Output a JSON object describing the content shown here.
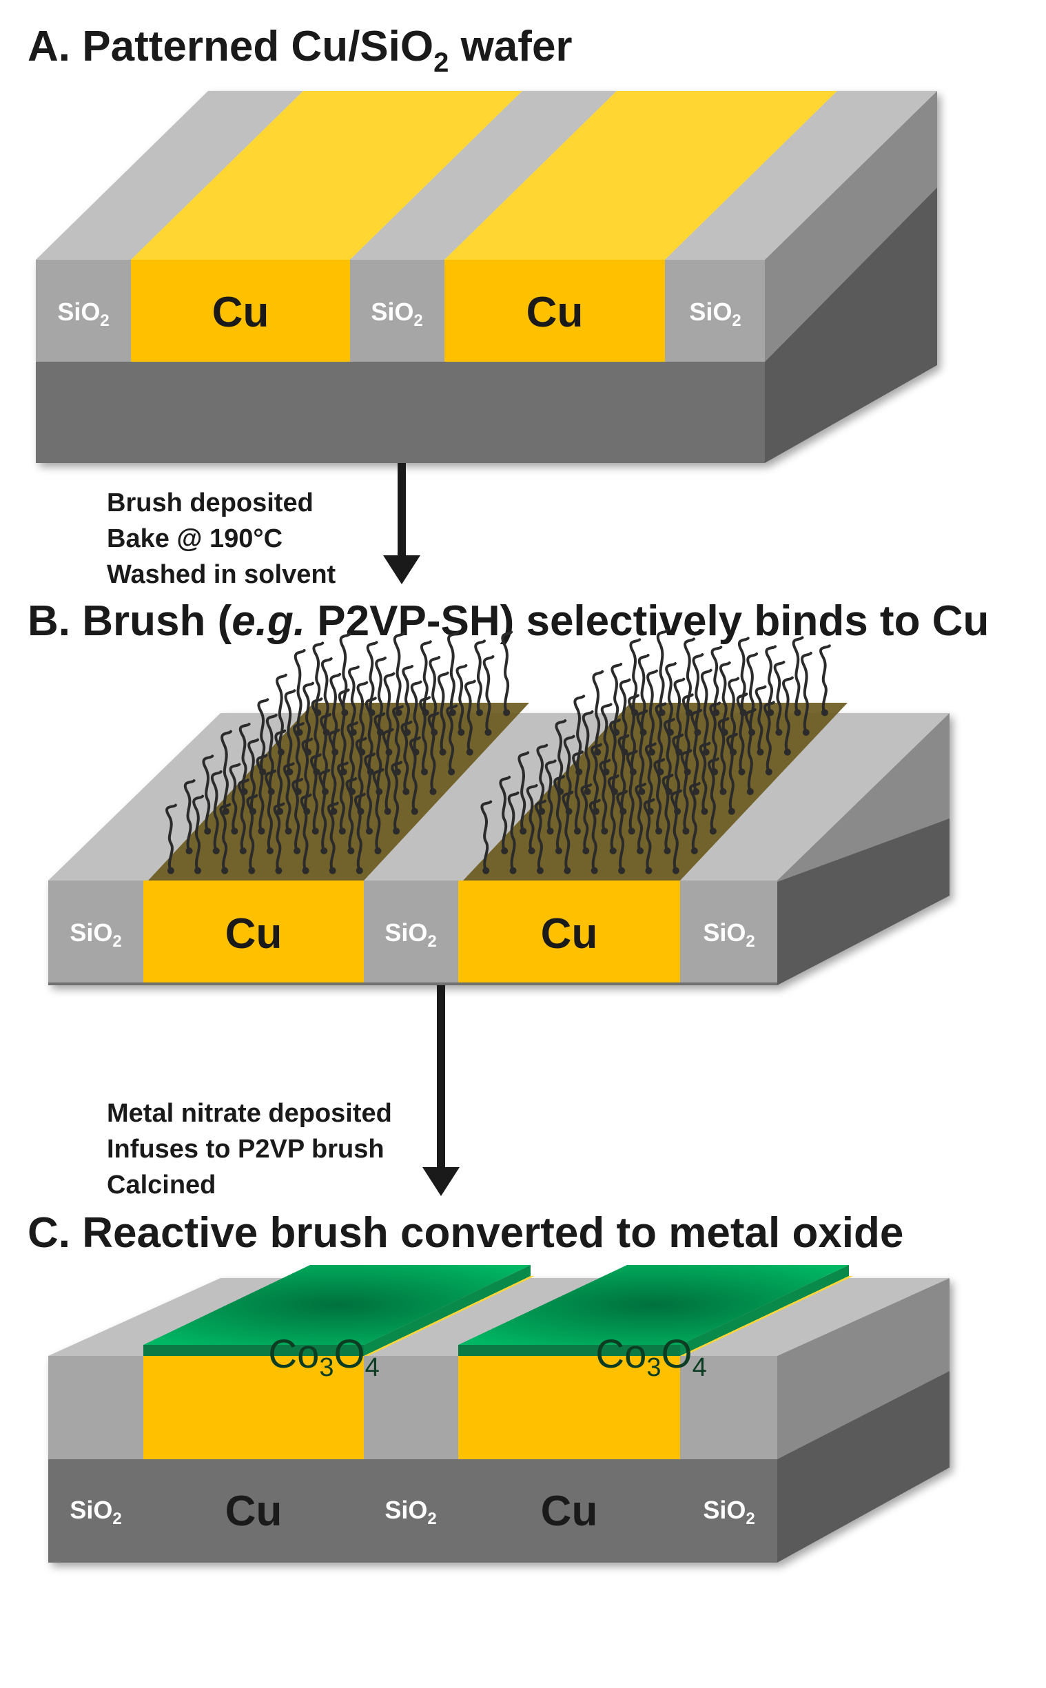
{
  "panels": [
    {
      "letter": "A.",
      "heading_pre": "Patterned Cu/SiO",
      "heading_sub": "2",
      "heading_post": " wafer"
    },
    {
      "letter": "B.",
      "heading_pre": "Brush (",
      "heading_em": "e.g.",
      "heading_post": " P2VP-SH) selectively binds to Cu"
    },
    {
      "letter": "C.",
      "heading": "Reactive brush converted to metal oxide"
    }
  ],
  "materials": {
    "sio2_base": "SiO",
    "sio2_sub": "2",
    "cu": "Cu",
    "oxide_a": "Co",
    "oxide_sub1": "3",
    "oxide_b": "O",
    "oxide_sub2": "4"
  },
  "steps": [
    {
      "lines": [
        "Brush deposited",
        "Bake @ 190°C",
        "Washed in solvent"
      ]
    },
    {
      "lines": [
        "Metal nitrate deposited",
        "Infuses to P2VP brush",
        "Calcined"
      ]
    }
  ],
  "colors": {
    "cu_front": "#ffc000",
    "cu_top": "#ffd633",
    "sio2_front": "#a6a6a6",
    "sio2_top": "#c0c0c0",
    "substrate_front": "#707070",
    "substrate_side": "#5a5a5a",
    "brush_layer": "#6b5a1e",
    "oxide": "#00b060"
  },
  "icons": {
    "arrow": "down-arrow-icon",
    "brush": "polymer-brush-chains"
  }
}
